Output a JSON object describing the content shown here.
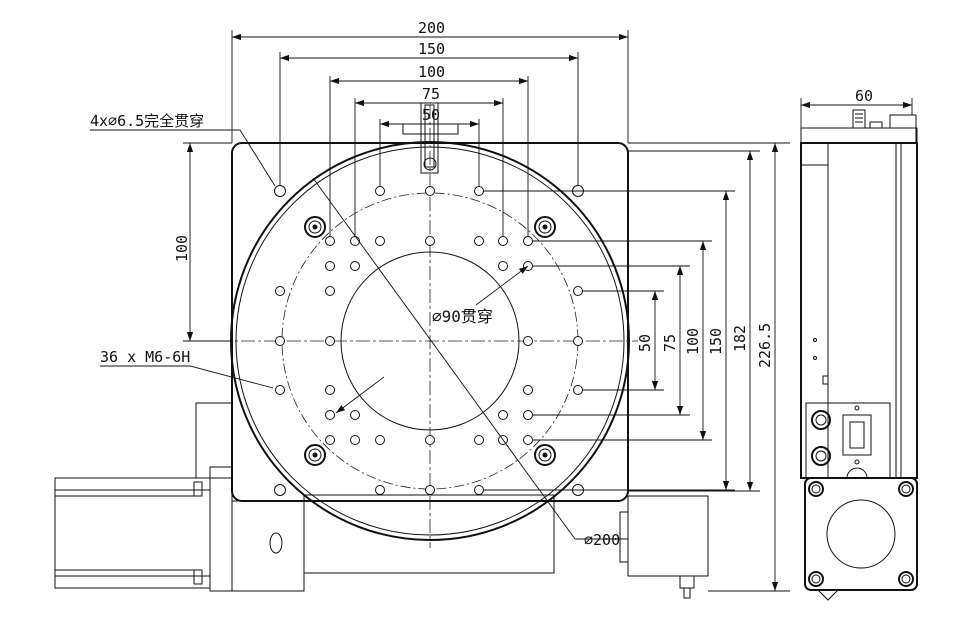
{
  "drawing": {
    "title": "",
    "labels": {
      "w200": "200",
      "w150": "150",
      "w100": "100",
      "w75": "75",
      "w50": "50",
      "side60": "60",
      "holes_through": "4x∅6.5完全贯穿",
      "h100_left": "100",
      "threaded": "36 x M6-6H",
      "bore": "∅90贯穿",
      "disk": "∅200",
      "v50": "50",
      "v75": "75",
      "v100": "100",
      "v150": "150",
      "v182": "182",
      "v226": "226.5"
    }
  }
}
